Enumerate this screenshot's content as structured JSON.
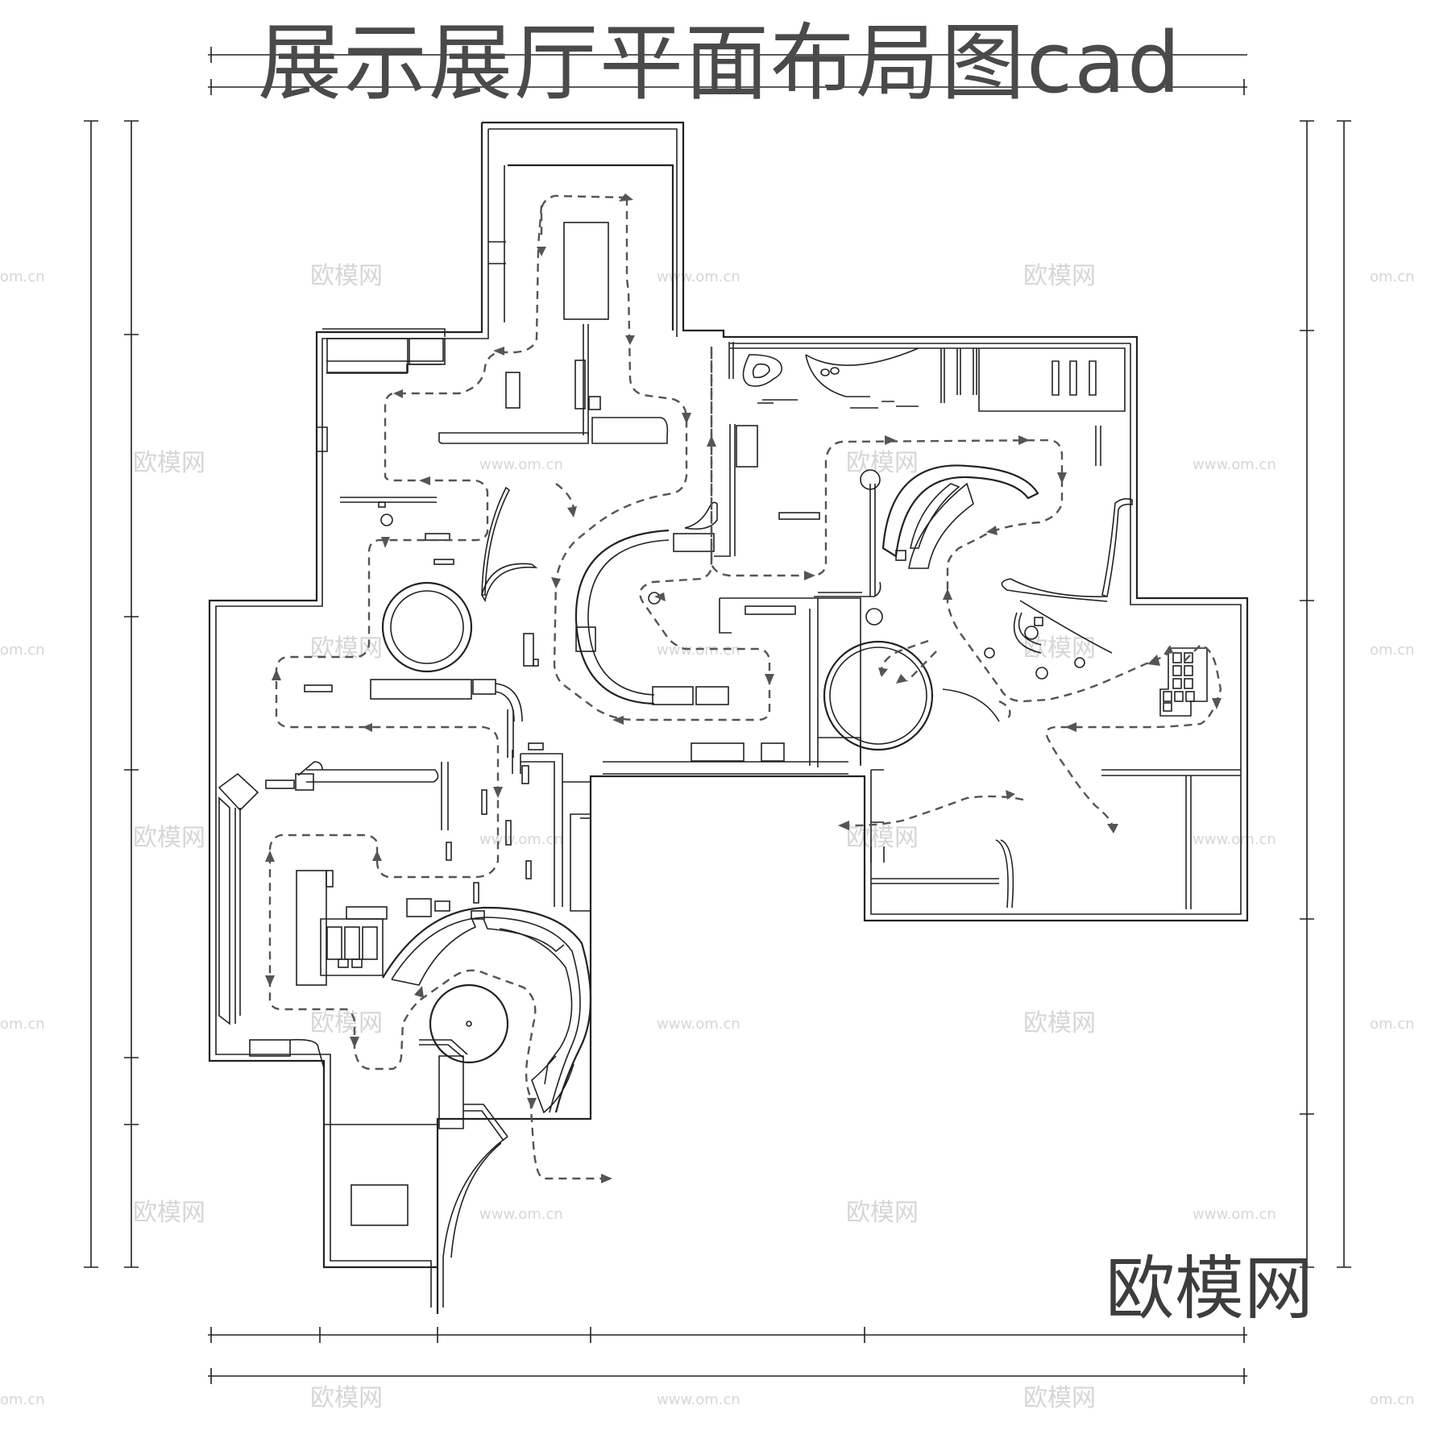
{
  "title": "展示展厅平面布局图cad",
  "brand": "欧模网",
  "watermark": {
    "site_cn": "欧模网",
    "site_url": "www.om.cn",
    "url_fragment": "om.cn"
  }
}
